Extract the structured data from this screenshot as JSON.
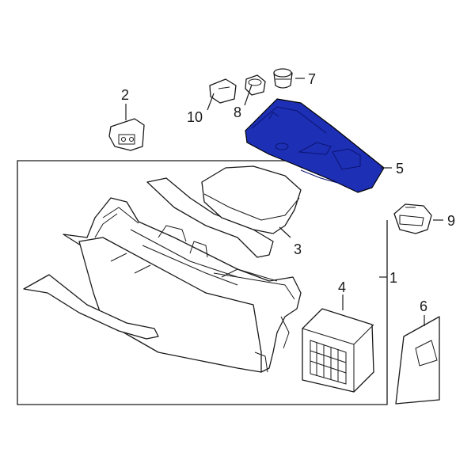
{
  "callouts": {
    "c1": "1",
    "c2": "2",
    "c3": "3",
    "c4": "4",
    "c5": "5",
    "c6": "6",
    "c7": "7",
    "c8": "8",
    "c9": "9",
    "c10": "10"
  },
  "colors": {
    "highlight": "#1d2fb5",
    "highlight_dark": "#0b1470",
    "line": "#1a1a1a",
    "background": "#ffffff"
  }
}
